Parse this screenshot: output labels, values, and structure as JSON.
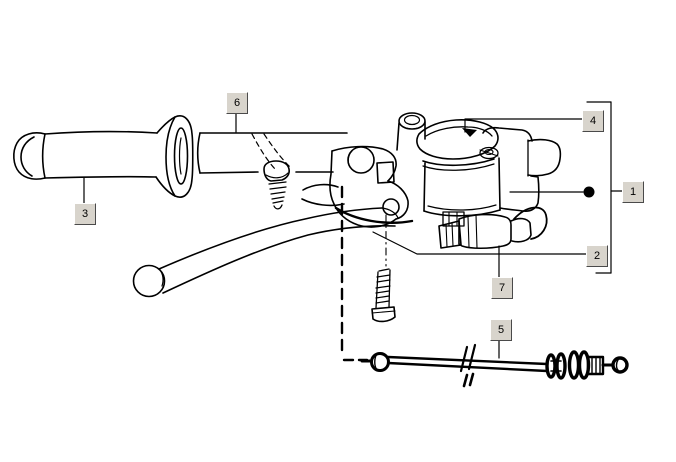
{
  "figure": {
    "type": "exploded-parts-diagram",
    "background": "#ffffff",
    "line_color": "#000000"
  },
  "callout_style": {
    "face": "#d8d4cc",
    "highlight": "#ffffff",
    "edge_shadow": "#4a4a4a",
    "drop_shadow": "#8f8f8f",
    "text_color": "#000000"
  },
  "callouts": [
    {
      "number": "1",
      "part": "master-cylinder-complete-assembly"
    },
    {
      "number": "2",
      "part": "lever-subassembly"
    },
    {
      "number": "3",
      "part": "handlebar-grip"
    },
    {
      "number": "4",
      "part": "reservoir-cap"
    },
    {
      "number": "5",
      "part": "transmission-cable"
    },
    {
      "number": "6",
      "part": "handlebar-tube"
    },
    {
      "number": "7",
      "part": "brake-light-switch"
    }
  ]
}
